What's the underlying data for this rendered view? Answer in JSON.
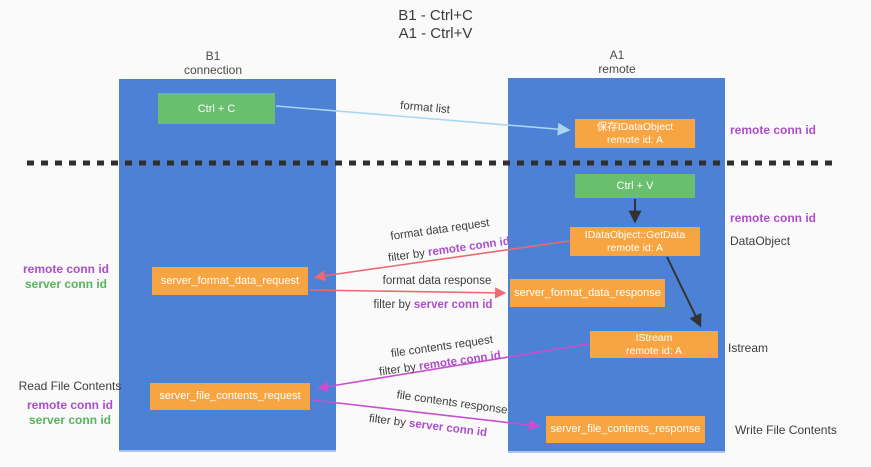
{
  "title": {
    "line1": "B1 - Ctrl+C",
    "line2": "A1 - Ctrl+V"
  },
  "columns": {
    "left": {
      "name": "B1",
      "role": "connection"
    },
    "right": {
      "name": "A1",
      "role": "remote"
    }
  },
  "nodes": {
    "ctrl_c": {
      "label": "Ctrl + C"
    },
    "ctrl_v": {
      "label": "Ctrl + V"
    },
    "save_dataobject": {
      "line1": "保存IDataObject",
      "line2": "remote id: A"
    },
    "getdata": {
      "line1": "IDataObject::GetData",
      "line2": "remote id: A"
    },
    "istream": {
      "line1": "IStream",
      "line2": "remote id: A"
    },
    "server_format_data_request": {
      "label": "server_format_data_request"
    },
    "server_format_data_response": {
      "label": "server_format_data_response"
    },
    "server_file_contents_request": {
      "label": "server_file_contents_request"
    },
    "server_file_contents_response": {
      "label": "server_file_contents_response"
    }
  },
  "labels": {
    "remote_conn_id": "remote conn id",
    "server_conn_id": "server conn id",
    "dataobject": "DataObject",
    "istream": "Istream",
    "read_file_contents": "Read File Contents",
    "write_file_contents": "Write File Contents",
    "filter_by": "filter by "
  },
  "arrows": {
    "format_list": "format list",
    "format_data_request": "format data request",
    "format_data_response": "format data response",
    "file_contents_request": "file contents request",
    "file_contents_response": "file contents response"
  },
  "colors": {
    "column_blue": "#4d81d6",
    "box_green": "#6abf6e",
    "box_orange": "#f7a542",
    "arrow_red": "#ed686f",
    "arrow_magenta": "#c750cf",
    "arrow_lightblue": "#a8d5f2",
    "text_purple": "#aa4fc8",
    "text_green": "#56b45e",
    "text_dark": "#3d3d3d",
    "dash_dark": "#2f2f2f"
  }
}
